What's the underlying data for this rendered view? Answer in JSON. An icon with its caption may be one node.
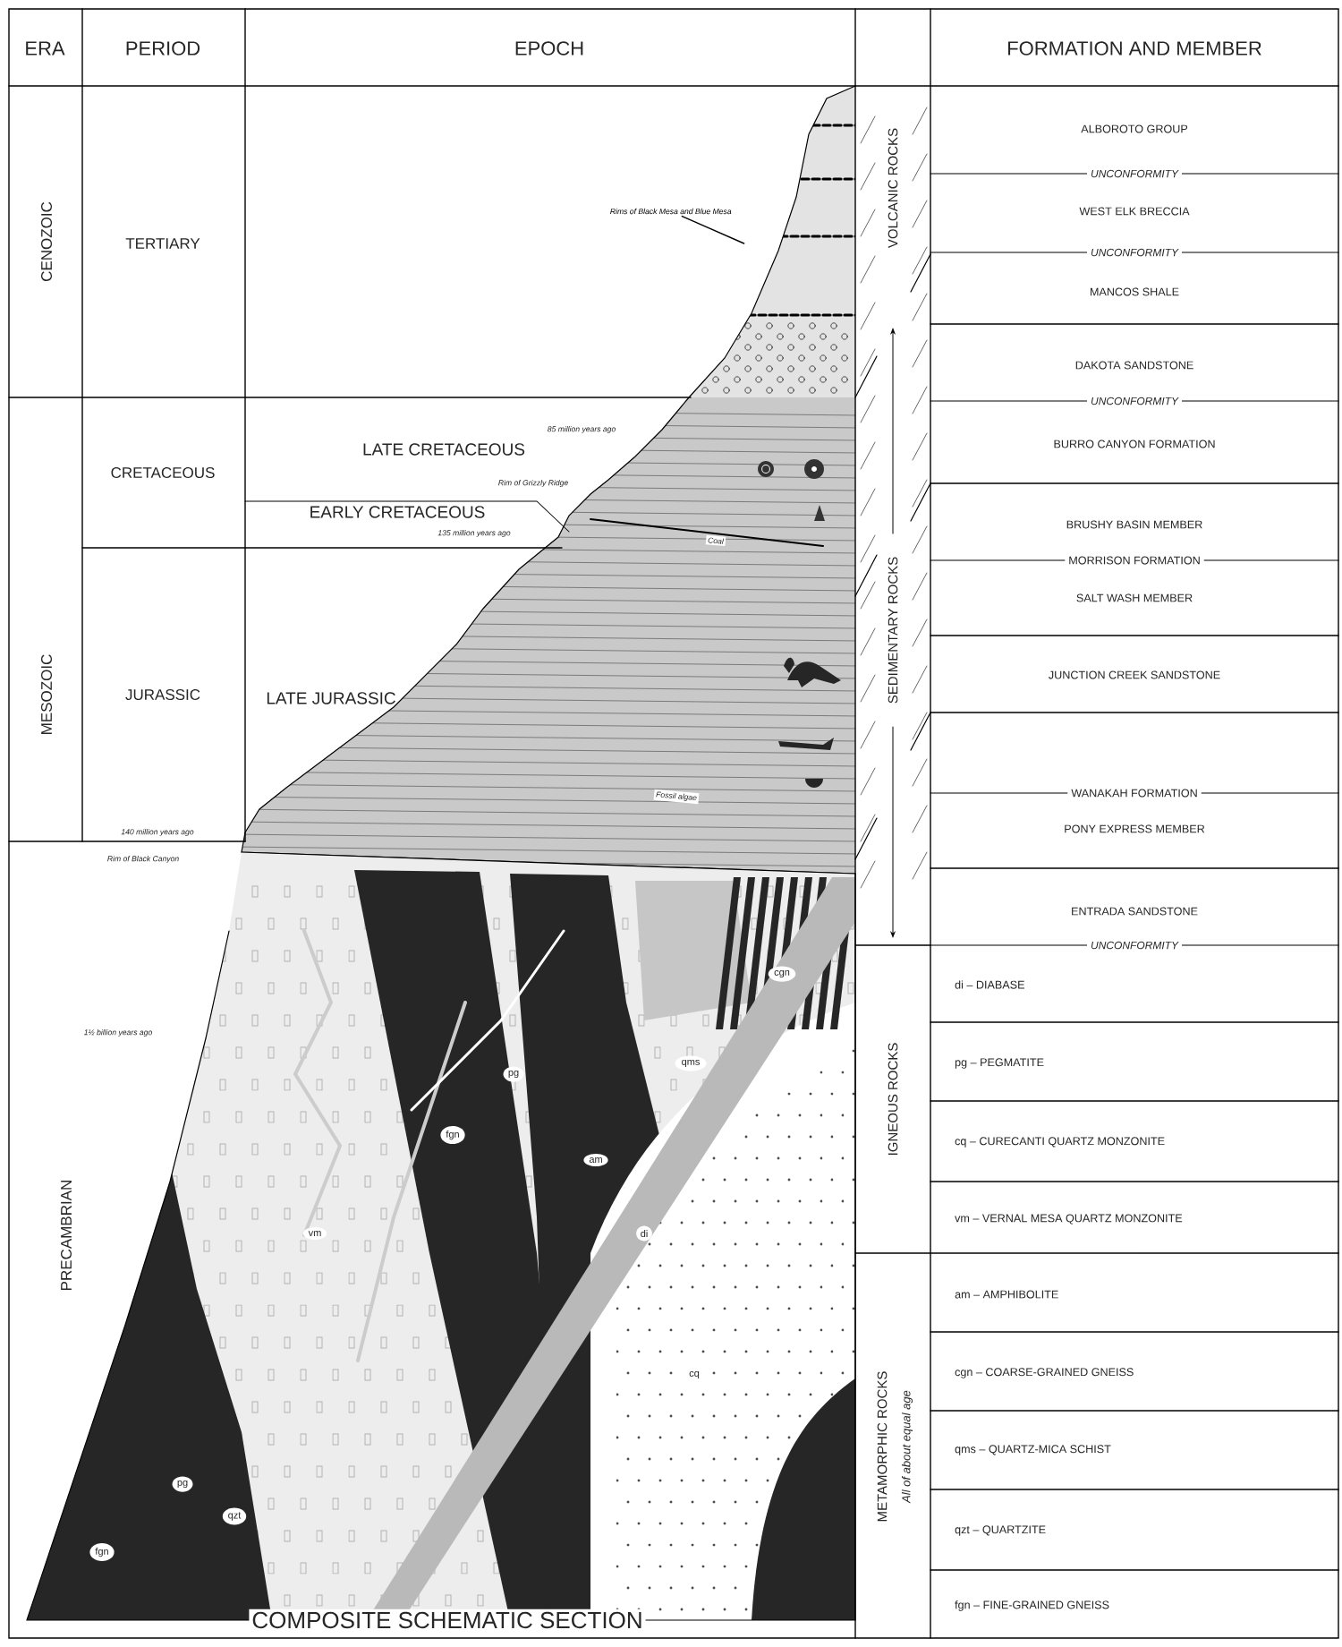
{
  "diagram": {
    "title": "COMPOSITE SCHEMATIC SECTION",
    "nodes": [
      {
        "text": [
          "Rims of Black Mesa and Blue Mesa"
        ]
      },
      {
        "text": [],
        "shape": "picture"
      }
    ],
    "edges": [
      {
        "from": 0,
        "to": 1,
        "arrow": "none"
      }
    ],
    "labels": [
      "ERA",
      "PERIOD",
      "EPOCH",
      "FORMATION AND MEMBER",
      "CENOZOIC",
      "TERTIARY",
      "ALBOROTO GROUP",
      "VOLCANIC ROCKS",
      "UNCONFORMITY",
      "WEST ELK BRECCIA",
      "UNCONFORMITY",
      "MANCOS SHALE",
      "DAKOTA SANDSTONE",
      "UNCONFORMITY",
      "85 million years ago",
      "LATE CRETACEOUS",
      "CRETACEOUS",
      "BURRO CANYON FORMATION",
      "Rim of Grizzly Ridge",
      "EARLY CRETACEOUS",
      "135 million years ago",
      "Coal",
      "BRUSHY BASIN MEMBER",
      "MORRISON FORMATION",
      "SALT WASH MEMBER",
      "SEDIMENTARY ROCKS",
      "MESOZOIC",
      "JURASSIC",
      "LATE JURASSIC",
      "JUNCTION CREEK SANDSTONE",
      "Fossil algae",
      "WANAKAH FORMATION",
      "140 million years ago",
      "PONY EXPRESS MEMBER",
      "Rim of Black Canyon",
      "ENTRADA SANDSTONE",
      "UNCONFORMITY",
      "cgn",
      "di – DIABASE",
      "1½ billion years ago",
      "qms",
      "pg – PEGMATITE",
      "pg",
      "IGNEOUS ROCKS",
      "fgn",
      "cq – CURECANTI QUARTZ MONZONITE",
      "am",
      "PRECAMBRIAN",
      "vm",
      "di",
      "vm – VERNAL MESA QUARTZ MONZONITE",
      "am – AMPHIBOLITE",
      "cq",
      "cgn – COARSE-GRAINED GNEISS",
      "METAMORPHIC ROCKS",
      "All of about equal age",
      "qms – QUARTZ-MICA SCHIST",
      "pg",
      "qzt",
      "qzt – QUARTZITE",
      "fgn",
      "fgn – FINE-GRAINED GNEISS"
    ]
  }
}
